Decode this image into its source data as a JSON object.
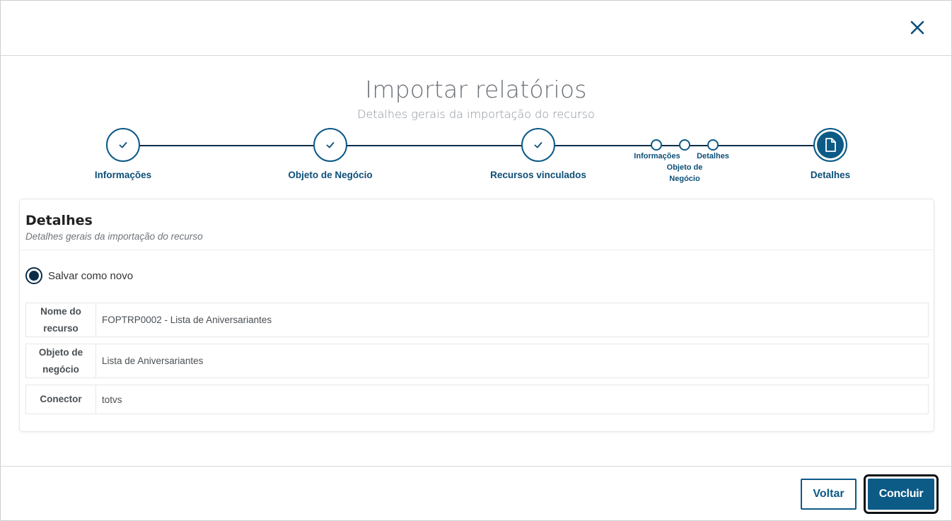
{
  "modal": {
    "title": "Importar relatórios",
    "subtitle": "Detalhes gerais da importação do recurso"
  },
  "stepper": {
    "steps": [
      {
        "label": "Informações",
        "status": "done",
        "icon": "check-icon"
      },
      {
        "label": "Objeto de Negócio",
        "status": "done",
        "icon": "check-icon"
      },
      {
        "label": "Recursos vinculados",
        "status": "done",
        "icon": "check-icon"
      },
      {
        "label": "Detalhes",
        "status": "active",
        "icon": "document-icon"
      }
    ],
    "sub_steps": [
      {
        "label": "Informações"
      },
      {
        "label_line1": "Objeto de",
        "label_line2": "Negócio"
      },
      {
        "label": "Detalhes"
      }
    ]
  },
  "card": {
    "title": "Detalhes",
    "subtitle": "Detalhes gerais da importação do recurso",
    "radio_label": "Salvar como novo",
    "radio_selected": true,
    "fields": [
      {
        "label_line1": "Nome do",
        "label_line2": "recurso",
        "value": "FOPTRP0002 - Lista de Aniversariantes"
      },
      {
        "label_line1": "Objeto de",
        "label_line2": "negócio",
        "value": "Lista de Aniversariantes"
      },
      {
        "label_line1": "Conector",
        "label_line2": "",
        "value": "totvs"
      }
    ]
  },
  "footer": {
    "back_label": "Voltar",
    "finish_label": "Concluir"
  },
  "colors": {
    "primary": "#0c5a86",
    "dark": "#0c2d48",
    "text": "#333333"
  }
}
